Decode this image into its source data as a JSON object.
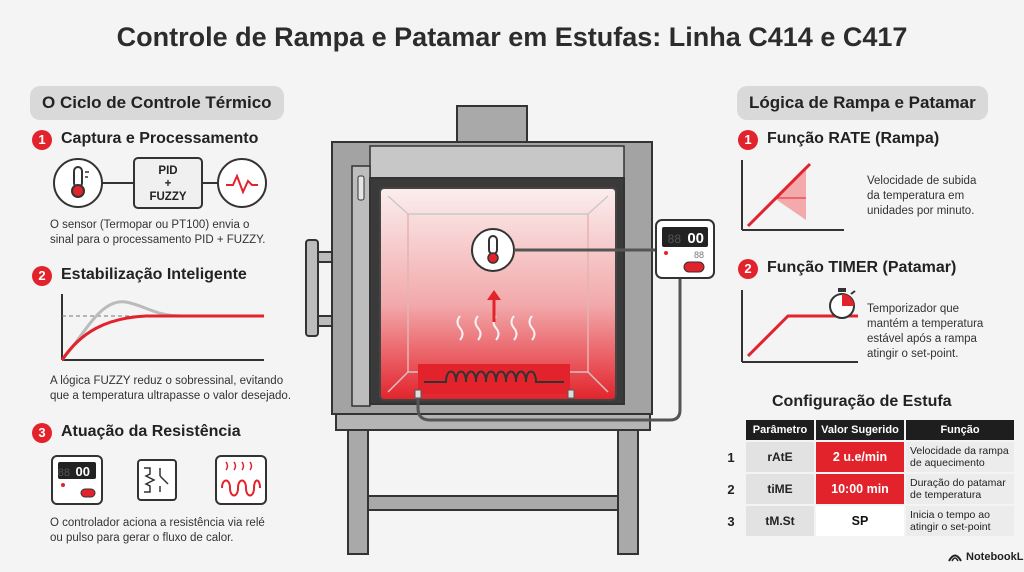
{
  "title": "Controle de Rampa e Patamar em Estufas: Linha C414 e C417",
  "left": {
    "header": "O Ciclo de Controle Térmico",
    "steps": [
      {
        "num": "1",
        "title": "Captura e Processamento",
        "desc_line1": "O sensor (Termopar ou PT100) envia o",
        "desc_line2": "sinal para o processamento PID + FUZZY.",
        "box_line1": "PID",
        "box_line2": "+",
        "box_line3": "FUZZY"
      },
      {
        "num": "2",
        "title": "Estabilização Inteligente",
        "desc_line1": "A lógica FUZZY reduz o sobressinal, evitando",
        "desc_line2": "que a temperatura ultrapasse o valor desejado."
      },
      {
        "num": "3",
        "title": "Atuação da Resistência",
        "desc_line1": "O controlador aciona a resistência via relé",
        "desc_line2": "ou pulso para gerar o fluxo de calor."
      }
    ]
  },
  "right": {
    "header": "Lógica de Rampa e Patamar",
    "rate": {
      "num": "1",
      "title": "Função RATE (Rampa)",
      "desc_line1": "Velocidade de subida",
      "desc_line2": "da temperatura em",
      "desc_line3": "unidades por minuto."
    },
    "timer": {
      "num": "2",
      "title": "Função TIMER (Patamar)",
      "desc_line1": "Temporizador que",
      "desc_line2": "mantém a temperatura",
      "desc_line3": "estável após a rampa",
      "desc_line4": "atingir o set-point."
    },
    "config": {
      "title": "Configuração de Estufa",
      "headers": [
        "Parâmetro",
        "Valor Sugerido",
        "Função"
      ],
      "rows": [
        {
          "idx": "1",
          "param": "rAtE",
          "value": "2 u.e/min",
          "fn_line1": "Velocidade da rampa",
          "fn_line2": "de aquecimento"
        },
        {
          "idx": "2",
          "param": "tiME",
          "value": "10:00 min",
          "fn_line1": "Duração do patamar",
          "fn_line2": "de temperatura"
        },
        {
          "idx": "3",
          "param": "tM.St",
          "value": "SP",
          "fn_line1": "Inicia o tempo ao",
          "fn_line2": "atingir o set-point"
        }
      ]
    }
  },
  "controller_display": "00",
  "brand": "NotebookLM",
  "colors": {
    "accent": "#e3232c",
    "dark": "#2c2c2c",
    "panel": "#d9d9d9",
    "oven_body": "#9a9a9a"
  }
}
